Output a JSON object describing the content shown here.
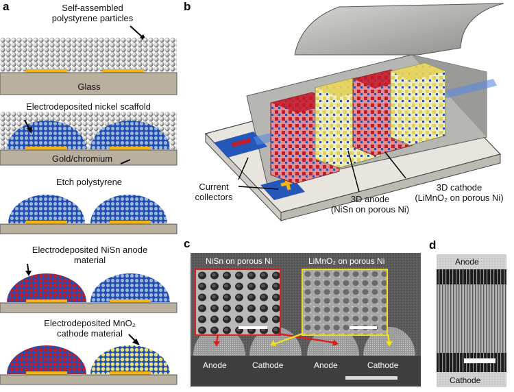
{
  "panels": {
    "a": {
      "letter": "a",
      "steps": [
        {
          "text": "Self-assembled\npolystyrene particles"
        },
        {
          "text": "Glass"
        },
        {
          "text": "Electrodeposited nickel scaffold"
        },
        {
          "text": "Gold/chromium"
        },
        {
          "text": "Etch polystyrene"
        },
        {
          "text": "Electrodeposited NiSn anode\nmaterial"
        },
        {
          "text": "Electrodeposited MnO₂\ncathode material"
        }
      ]
    },
    "b": {
      "letter": "b",
      "current_collectors": "Current\ncollectors",
      "anode": "3D anode\n(NiSn on porous Ni)",
      "cathode": "3D cathode\n(LiMnO₂ on porous Ni)"
    },
    "c": {
      "letter": "c",
      "left_inset": "NiSn on porous Ni",
      "right_inset": "LiMnO₂ on porous Ni",
      "bottom_labels": [
        "Anode",
        "Cathode",
        "Anode",
        "Cathode"
      ]
    },
    "d": {
      "letter": "d",
      "top": "Anode",
      "bottom": "Cathode"
    }
  },
  "colors": {
    "substrate": "#b9b09f",
    "nickel": "#1f4fb0",
    "gold": "#f2b417",
    "anode": "#c41a2a",
    "cathode": "#e9e07a",
    "inset_left_border": "#d8201f",
    "inset_right_border": "#f0e020"
  }
}
